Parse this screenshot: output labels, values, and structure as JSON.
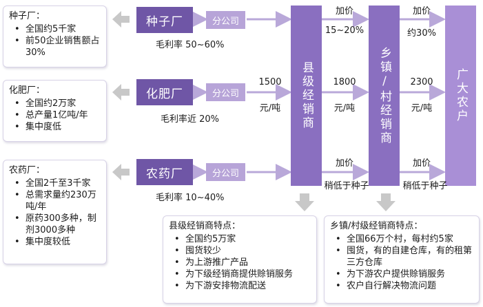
{
  "factories": [
    {
      "name": "种子厂",
      "branch": "分公司",
      "margin": "毛利率 50~60%"
    },
    {
      "name": "化肥厂",
      "branch": "分公司",
      "margin": "毛利率近 20%"
    },
    {
      "name": "农药厂",
      "branch": "分公司",
      "margin": "毛利率 10~40%"
    }
  ],
  "info_boxes": [
    {
      "title": "种子厂：",
      "items": [
        "全国约5千家",
        "前50企业销售额占30%"
      ]
    },
    {
      "title": "化肥厂：",
      "items": [
        "全国约2万家",
        "总产量1亿吨/年",
        "集中度低"
      ]
    },
    {
      "title": "农药厂：",
      "items": [
        "全国2千至3千家",
        "总需求量约230万吨/年",
        "原药300多种，制剂3000多种",
        "集中度较低"
      ]
    }
  ],
  "columns": {
    "county": "县级经销商",
    "town": "乡镇/村经销商",
    "farmers": "广大农户"
  },
  "prices": {
    "seed_markup_label_1": "加价",
    "seed_markup_value_1": "15~20%",
    "seed_markup_label_2": "加价",
    "seed_markup_value_2": "约30%",
    "fert_price_1": "1500",
    "fert_unit_1": "元/吨",
    "fert_price_2": "1800",
    "fert_unit_2": "元/吨",
    "fert_price_3": "2300",
    "fert_unit_3": "元/吨",
    "pest_markup_label_1": "加价",
    "pest_markup_value_1": "稍低于种子",
    "pest_markup_label_2": "加价",
    "pest_markup_value_2": "稍低于种子"
  },
  "county_features": {
    "title": "县级经销商特点：",
    "items": [
      "全国约5万家",
      "囤货较少",
      "为上游推广产品",
      "为下级经销商提供赊销服务",
      "为下游安排物流配送"
    ]
  },
  "town_features": {
    "title": "乡镇/村级经销商特点：",
    "items": [
      "全国66万个村，每村约5家",
      "囤货，有的自建仓库，有的租第三方仓库",
      "为下游农户提供赊销服务",
      "农户自行解决物流问题"
    ]
  },
  "colors": {
    "factory": "#6f56a6",
    "branch": "#b7a4d8",
    "county": "#8a6fc0",
    "town": "#8a6fc0",
    "farmers": "#a98fd6",
    "arrow": "#b9a8d9",
    "gray_arrow": "#c8c8c8"
  }
}
